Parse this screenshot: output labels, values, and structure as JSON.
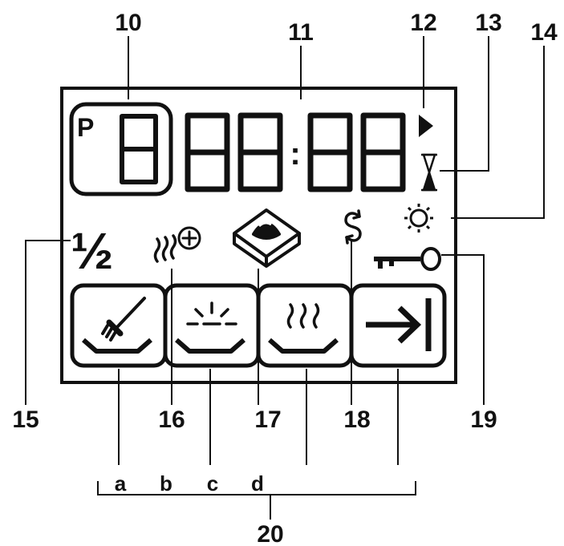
{
  "callouts": {
    "c10": "10",
    "c11": "11",
    "c12": "12",
    "c13": "13",
    "c14": "14",
    "c15": "15",
    "c16": "16",
    "c17": "17",
    "c18": "18",
    "c19": "19",
    "c20": "20"
  },
  "sub_labels": {
    "a": "a",
    "b": "b",
    "c": "c",
    "d": "d"
  },
  "display": {
    "program_letter": "P",
    "colon": ":",
    "half": "½"
  },
  "icons": {
    "play": "play-triangle-icon",
    "hourglass": "hourglass-icon",
    "sun": "sun-icon",
    "key": "key-icon",
    "steam_plus": "steam-plus-icon",
    "tablet": "detergent-tablet-icon",
    "recycle": "regeneration-icon",
    "pre_wash": "brush-tray-icon",
    "rinse_aid": "sparkle-tray-icon",
    "drying": "steam-tray-icon",
    "end": "arrow-to-bar-icon"
  },
  "colors": {
    "ink": "#111111",
    "background": "#ffffff"
  }
}
